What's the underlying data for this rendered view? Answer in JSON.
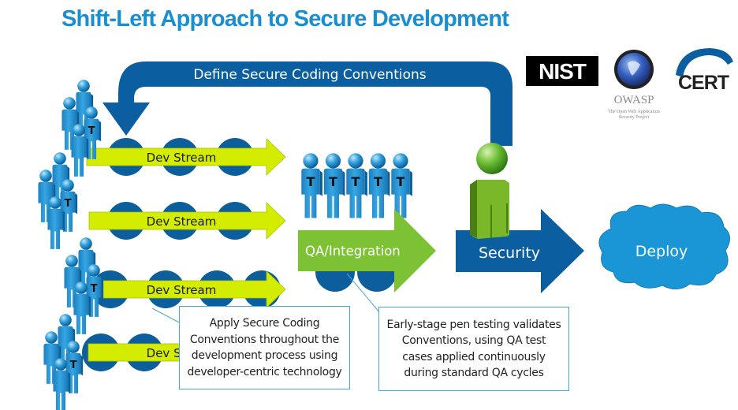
{
  "title": "Shift-Left Approach to Secure Development",
  "feedback_loop": {
    "label": "Define Secure Coding Conventions"
  },
  "dev_streams": [
    {
      "label": "Dev Stream"
    },
    {
      "label": "Dev Stream"
    },
    {
      "label": "Dev Stream"
    },
    {
      "label": "Dev Stream"
    }
  ],
  "stages": {
    "qa": {
      "label": "QA/Integration",
      "tester_count": 5,
      "tester_badge": "T"
    },
    "security": {
      "label": "Security"
    },
    "deploy": {
      "label": "Deploy"
    }
  },
  "developer_badge": "T",
  "logos": {
    "nist": "NIST",
    "owasp": {
      "name": "OWASP",
      "tagline_1": "The Open Web Application",
      "tagline_2": "Security Project"
    },
    "cert": "CERT"
  },
  "callouts": [
    {
      "lines": [
        "Apply Secure Coding",
        "Conventions throughout the",
        "development process using",
        "developer-centric technology"
      ]
    },
    {
      "lines": [
        "Early-stage pen testing validates",
        "Conventions, using QA test",
        "cases applied continuously",
        "during standard QA cycles"
      ]
    }
  ],
  "colors": {
    "title": "#1a8fd0",
    "loop_blue": "#0b5fa0",
    "stream_lime": "#d4ec00",
    "stream_circle": "#0d5e9c",
    "qa_green": "#7cc234",
    "security_blue": "#0b5fa0",
    "deploy_cloud": "#1a96d6",
    "person_blue": "#2a9ad6",
    "security_person": "#7ab82a",
    "callout_border": "#4aa8d8"
  }
}
